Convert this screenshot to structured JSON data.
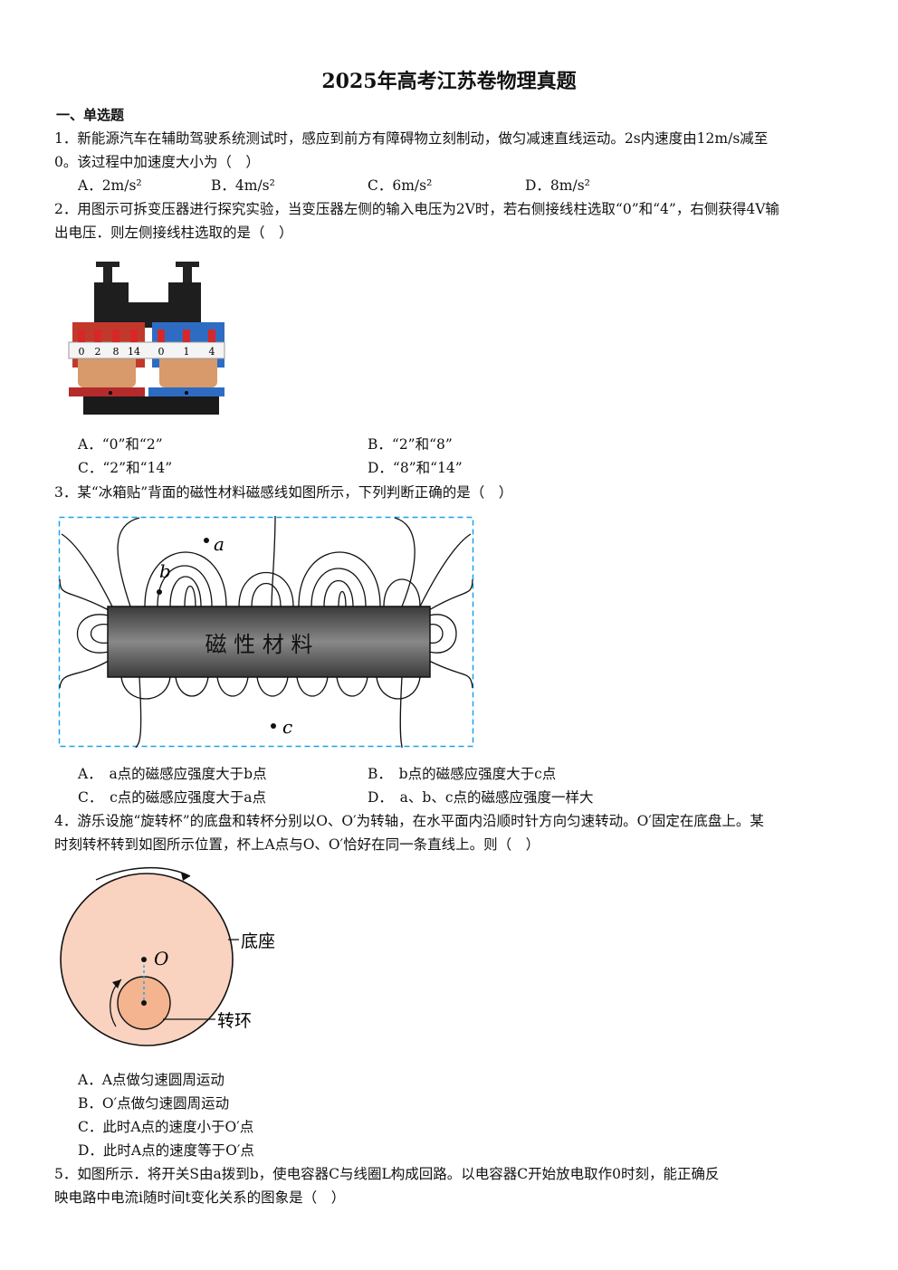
{
  "title": "2025年高考江苏卷物理真题",
  "section": "一、单选题",
  "q1": {
    "line1": "1．新能源汽车在辅助驾驶系统测试时，感应到前方有障碍物立刻制动，做匀减速直线运动。2s内速度由12m/s减至",
    "line2": "0。该过程中加速度大小为（　）",
    "options": [
      "A．2m/s²",
      "B．4m/s²",
      "C．6m/s²",
      "D．8m/s²"
    ]
  },
  "q2": {
    "line1": "2．用图示可拆变压器进行探究实验，当变压器左侧的输入电压为2V时，若右侧接线柱选取“0”和“4”，右侧获得4V输",
    "line2": "出电压．则左侧接线柱选取的是（　）",
    "terminal_labels": [
      "0",
      "2",
      "8",
      "14",
      "0",
      "1",
      "4"
    ],
    "options": [
      "A．“0”和“2”",
      "B．“2”和“8”",
      "C．“2”和“14”",
      "D．“8”和“14”"
    ]
  },
  "q3": {
    "line1": "3．某“冰箱贴”背面的磁性材料磁感线如图所示，下列判断正确的是（　）",
    "material_label": "磁 性 材 料",
    "point_labels": [
      "a",
      "b",
      "c"
    ],
    "options": [
      "A．　a点的磁感应强度大于b点",
      "B．　b点的磁感应强度大于c点",
      "C．　c点的磁感应强度大于a点",
      "D．　a、b、c点的磁感应强度一样大"
    ]
  },
  "q4": {
    "line1": "4．游乐设施“旋转杯”的底盘和转杯分别以O、O′为转轴，在水平面内沿顺时针方向匀速转动。O′固定在底盘上。某",
    "line2": "时刻转杯转到如图所示位置，杯上A点与O、O′恰好在同一条直线上。则（　）",
    "label_base": "底座",
    "label_ring": "转环",
    "label_O": "O",
    "options": [
      "A．A点做匀速圆周运动",
      "B．O′点做匀速圆周运动",
      "C．此时A点的速度小于O′点",
      "D．此时A点的速度等于O′点"
    ]
  },
  "q5": {
    "line1": "5．如图所示．将开关S由a拨到b，使电容器C与线圈L构成回路。以电容器C开始放电取作0时刻，能正确反",
    "line2": "映电路中电流i随时间t变化关系的图象是（　）"
  },
  "colors": {
    "dashed_border": "#1aa3e8",
    "magnet_fill": "#5a5a5a",
    "disk_fill": "#f9d3c0",
    "ring_fill": "#f3b48f",
    "coil_left": "#d9534f",
    "coil_right": "#3a7bd5"
  }
}
